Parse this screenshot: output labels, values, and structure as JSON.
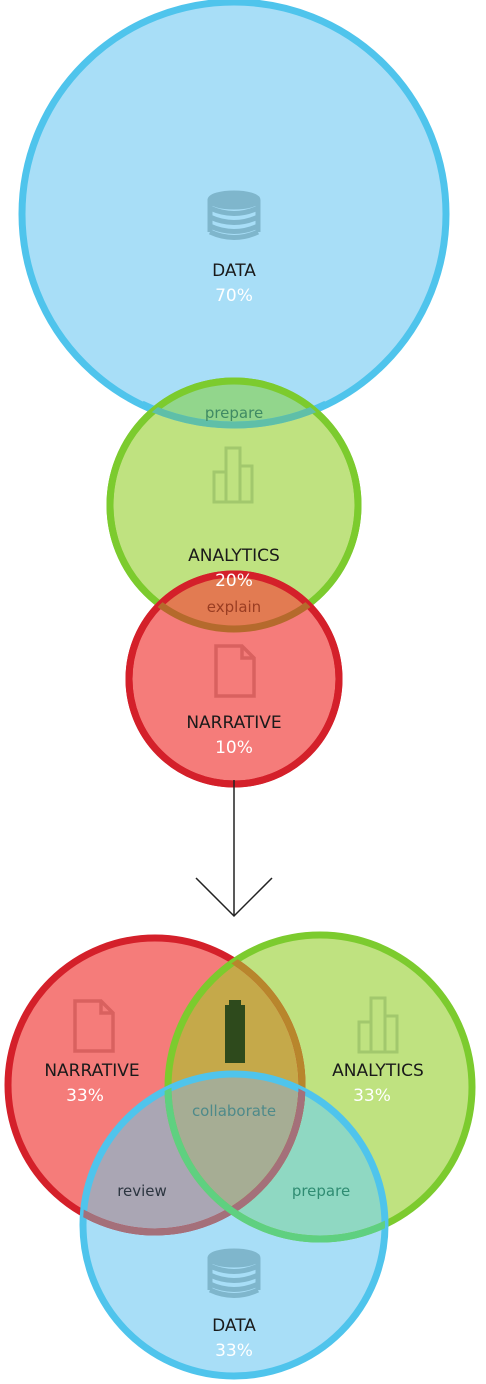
{
  "colors": {
    "data_fill": "#a8def7",
    "data_stroke": "#4fc4ec",
    "analytics_fill": "#bfe280",
    "analytics_stroke": "#7ccb2e",
    "narrative_fill": "#f57c7a",
    "narrative_stroke": "#d4202a"
  },
  "top": {
    "data": {
      "label": "DATA",
      "percent": "70%",
      "icon": "database-icon"
    },
    "analytics": {
      "label": "ANALYTICS",
      "percent": "20%",
      "icon": "bar-chart-icon"
    },
    "narrative": {
      "label": "NARRATIVE",
      "percent": "10%",
      "icon": "document-icon"
    },
    "overlaps": {
      "data_analytics": "prepare",
      "analytics_narrative": "explain"
    }
  },
  "arrow": {
    "icon": "arrow-down-icon"
  },
  "bottom": {
    "narrative": {
      "label": "NARRATIVE",
      "percent": "33%",
      "icon": "document-icon"
    },
    "analytics": {
      "label": "ANALYTICS",
      "percent": "33%",
      "icon": "bar-chart-icon"
    },
    "data": {
      "label": "DATA",
      "percent": "33%",
      "icon": "database-icon"
    },
    "overlaps": {
      "narrative_analytics_icon": "battery-icon",
      "center": "collaborate",
      "narrative_data": "review",
      "analytics_data": "prepare"
    }
  }
}
